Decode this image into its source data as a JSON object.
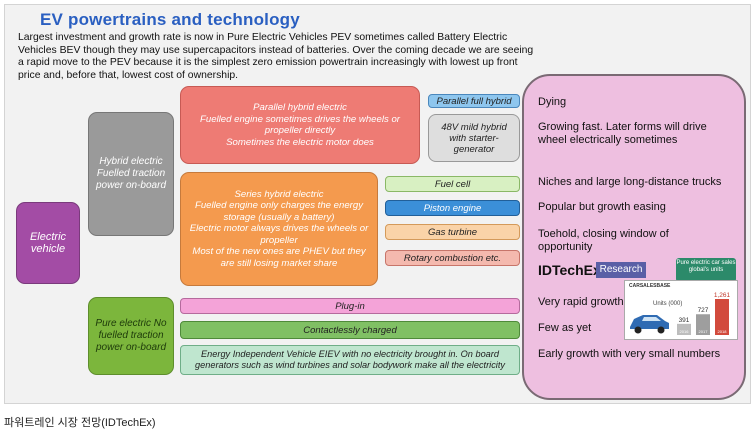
{
  "title": "EV powertrains and technology",
  "intro": "Largest investment and growth rate is now in Pure Electric Vehicles PEV sometimes called Battery Electric Vehicles BEV though they may use supercapacitors instead of batteries. Over the coming decade we are seeing a rapid move to the PEV because it is the simplest zero emission powertrain increasingly with lowest up front price and, before that, lowest cost of ownership.",
  "nodes": {
    "electric_vehicle": "Electric vehicle",
    "hybrid": "Hybrid electric Fuelled traction power on-board",
    "pure_electric": "Pure electric No fuelled traction power on-board",
    "parallel_hybrid": "Parallel hybrid electric\nFuelled engine sometimes drives the wheels or propeller directly\nSometimes the electric motor does",
    "series_hybrid": "Series hybrid electric\nFuelled engine only charges the energy storage (usually a battery)\nElectric motor always drives the wheels or propeller\nMost of the new ones are PHEV but they are still losing market share"
  },
  "bars": {
    "parallel_full": "Parallel full hybrid",
    "mild_48v": "48V mild hybrid with starter-generator",
    "fuel_cell": "Fuel cell",
    "piston": "Piston engine",
    "gas_turbine": "Gas turbine",
    "rotary": "Rotary combustion etc.",
    "plug_in": "Plug-in",
    "contactless": "Contactlessly charged",
    "eiev": "Energy Independent Vehicle EIEV with no electricity brought in. On board generators such as wind turbines and solar bodywork make all the electricity"
  },
  "outlook": {
    "dying": "Dying",
    "growing_fast": "Growing fast. Later forms will drive wheel electrically sometimes",
    "niches": "Niches and large long-distance trucks",
    "popular": "Popular but growth easing",
    "toehold": "Toehold, closing window of opportunity",
    "rapid": "Very rapid growth",
    "few": "Few as yet",
    "early": "Early growth with very small numbers"
  },
  "brand": {
    "name": "IDTechEx",
    "tag": "Research"
  },
  "inset_chart": {
    "badge": "Pure electric car sales global's units",
    "source": "CARSALESBASE",
    "units_label": "Units (000)",
    "bars": [
      {
        "label": "2016",
        "value": 391
      },
      {
        "label": "2017",
        "value": 727
      },
      {
        "label": "2018",
        "value": 1261
      }
    ]
  },
  "caption": "파워트레인 시장 전망(IDTechEx)",
  "colors": {
    "title": "#2a5fc1",
    "electric_vehicle": "#a34ca5",
    "hybrid": "#9a9a9a",
    "pure_electric": "#7cb63c",
    "parallel": "#ee7b74",
    "series": "#f49a4e",
    "right_panel": "#eebfe0",
    "idtechex_tag": "#5a5fa6"
  }
}
